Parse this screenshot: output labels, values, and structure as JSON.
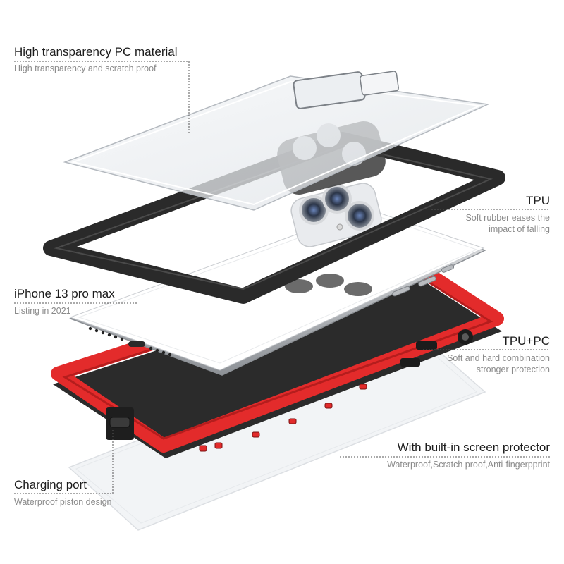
{
  "callouts": {
    "pc_material": {
      "title": "High transparency PC material",
      "subtitle": "High transparency and scratch proof"
    },
    "tpu": {
      "title": "TPU",
      "subtitle_line1": "Soft rubber eases the",
      "subtitle_line2": "impact of falling"
    },
    "iphone": {
      "title": "iPhone 13 pro max",
      "subtitle": "Listing in 2021"
    },
    "tpu_pc": {
      "title": "TPU+PC",
      "subtitle_line1": "Soft and hard combination",
      "subtitle_line2": "stronger protection"
    },
    "screen_protector": {
      "title": "With built-in screen protector",
      "subtitle": "Waterproof,Scratch proof,Anti-fingerpprint"
    },
    "charging_port": {
      "title": "Charging port",
      "subtitle": "Waterproof piston design"
    }
  },
  "colors": {
    "accent_red": "#e32b2b",
    "frame_black": "#2a2a2a",
    "text_dark": "#1c1c1c",
    "text_grey": "#8a8a8a"
  }
}
